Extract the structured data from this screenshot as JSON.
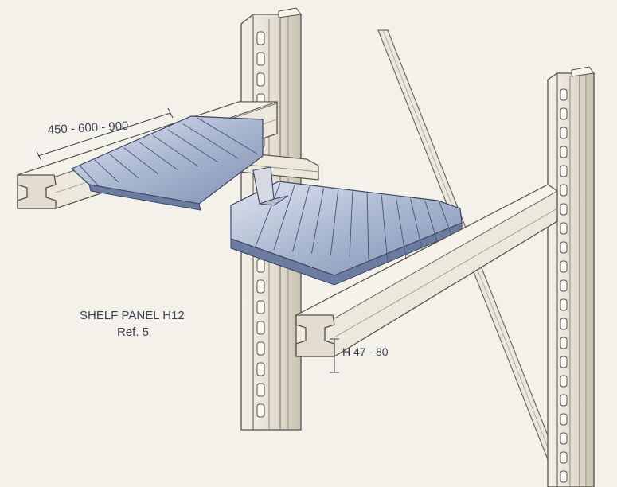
{
  "dimension_label": "450 - 600 - 900",
  "panel_name": "SHELF PANEL H12",
  "panel_ref": "Ref. 5",
  "height_label": "H 47 - 80",
  "colors": {
    "background": "#f4f1ea",
    "steel": "#ece8dc",
    "steel_shade": "#cfc9b9",
    "outline": "#55524b",
    "panel_light": "#c9d3e6",
    "panel_dark": "#6f82a8",
    "text": "#3a3f52"
  }
}
